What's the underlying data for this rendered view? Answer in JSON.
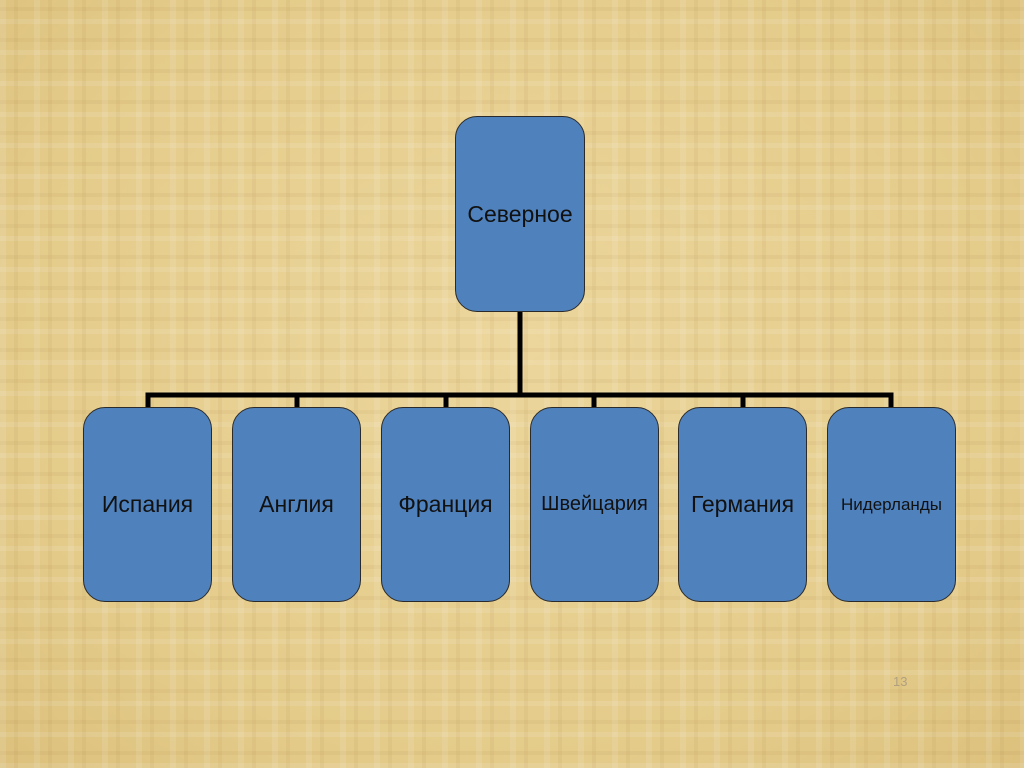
{
  "colors": {
    "node_fill": "#4f81bd",
    "node_border": "#2b2b2b",
    "connector": "#000000",
    "background": "#e6cf90"
  },
  "diagram": {
    "root": {
      "label": "Северное"
    },
    "children": [
      {
        "label": "Испания"
      },
      {
        "label": "Англия"
      },
      {
        "label": "Франция"
      },
      {
        "label": "Швейцария"
      },
      {
        "label": "Германия"
      },
      {
        "label": "Нидерланды"
      }
    ]
  },
  "footer": {
    "page_number": "13"
  }
}
